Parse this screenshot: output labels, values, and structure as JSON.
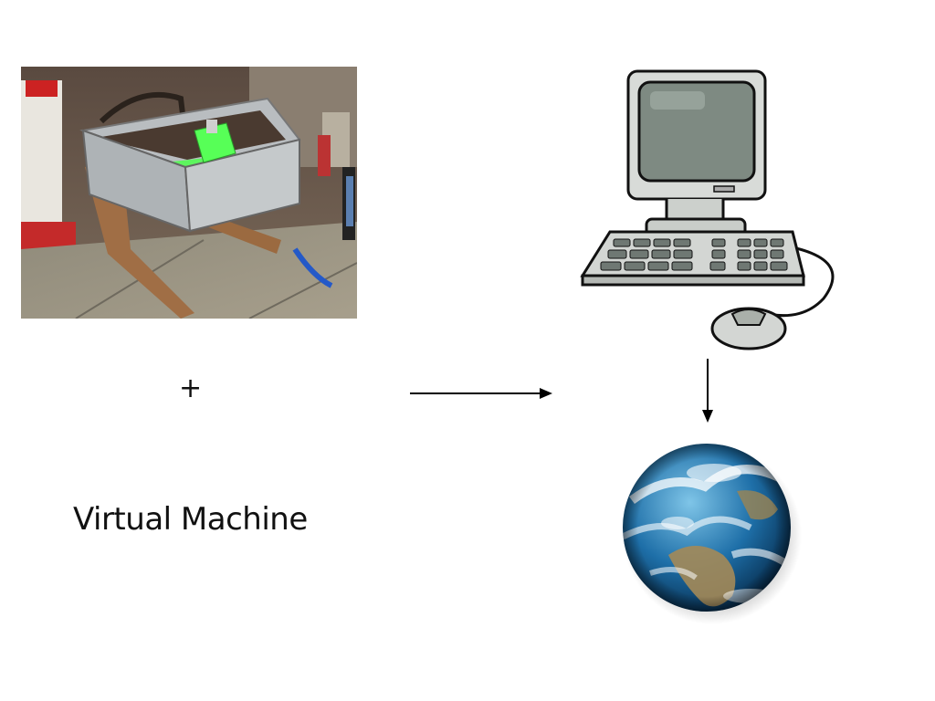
{
  "slide": {
    "plus_sign": "+",
    "label": "Virtual Machine"
  },
  "images": {
    "photo": "cnc-machine-photo",
    "computer": "desktop-computer-illustration",
    "globe": "earth-globe"
  },
  "colors": {
    "text": "#111111",
    "acrylic_green": "#4cff4c",
    "computer_body": "#d4d7d4",
    "screen": "#7f8a82",
    "ocean": "#1e6fa8"
  }
}
